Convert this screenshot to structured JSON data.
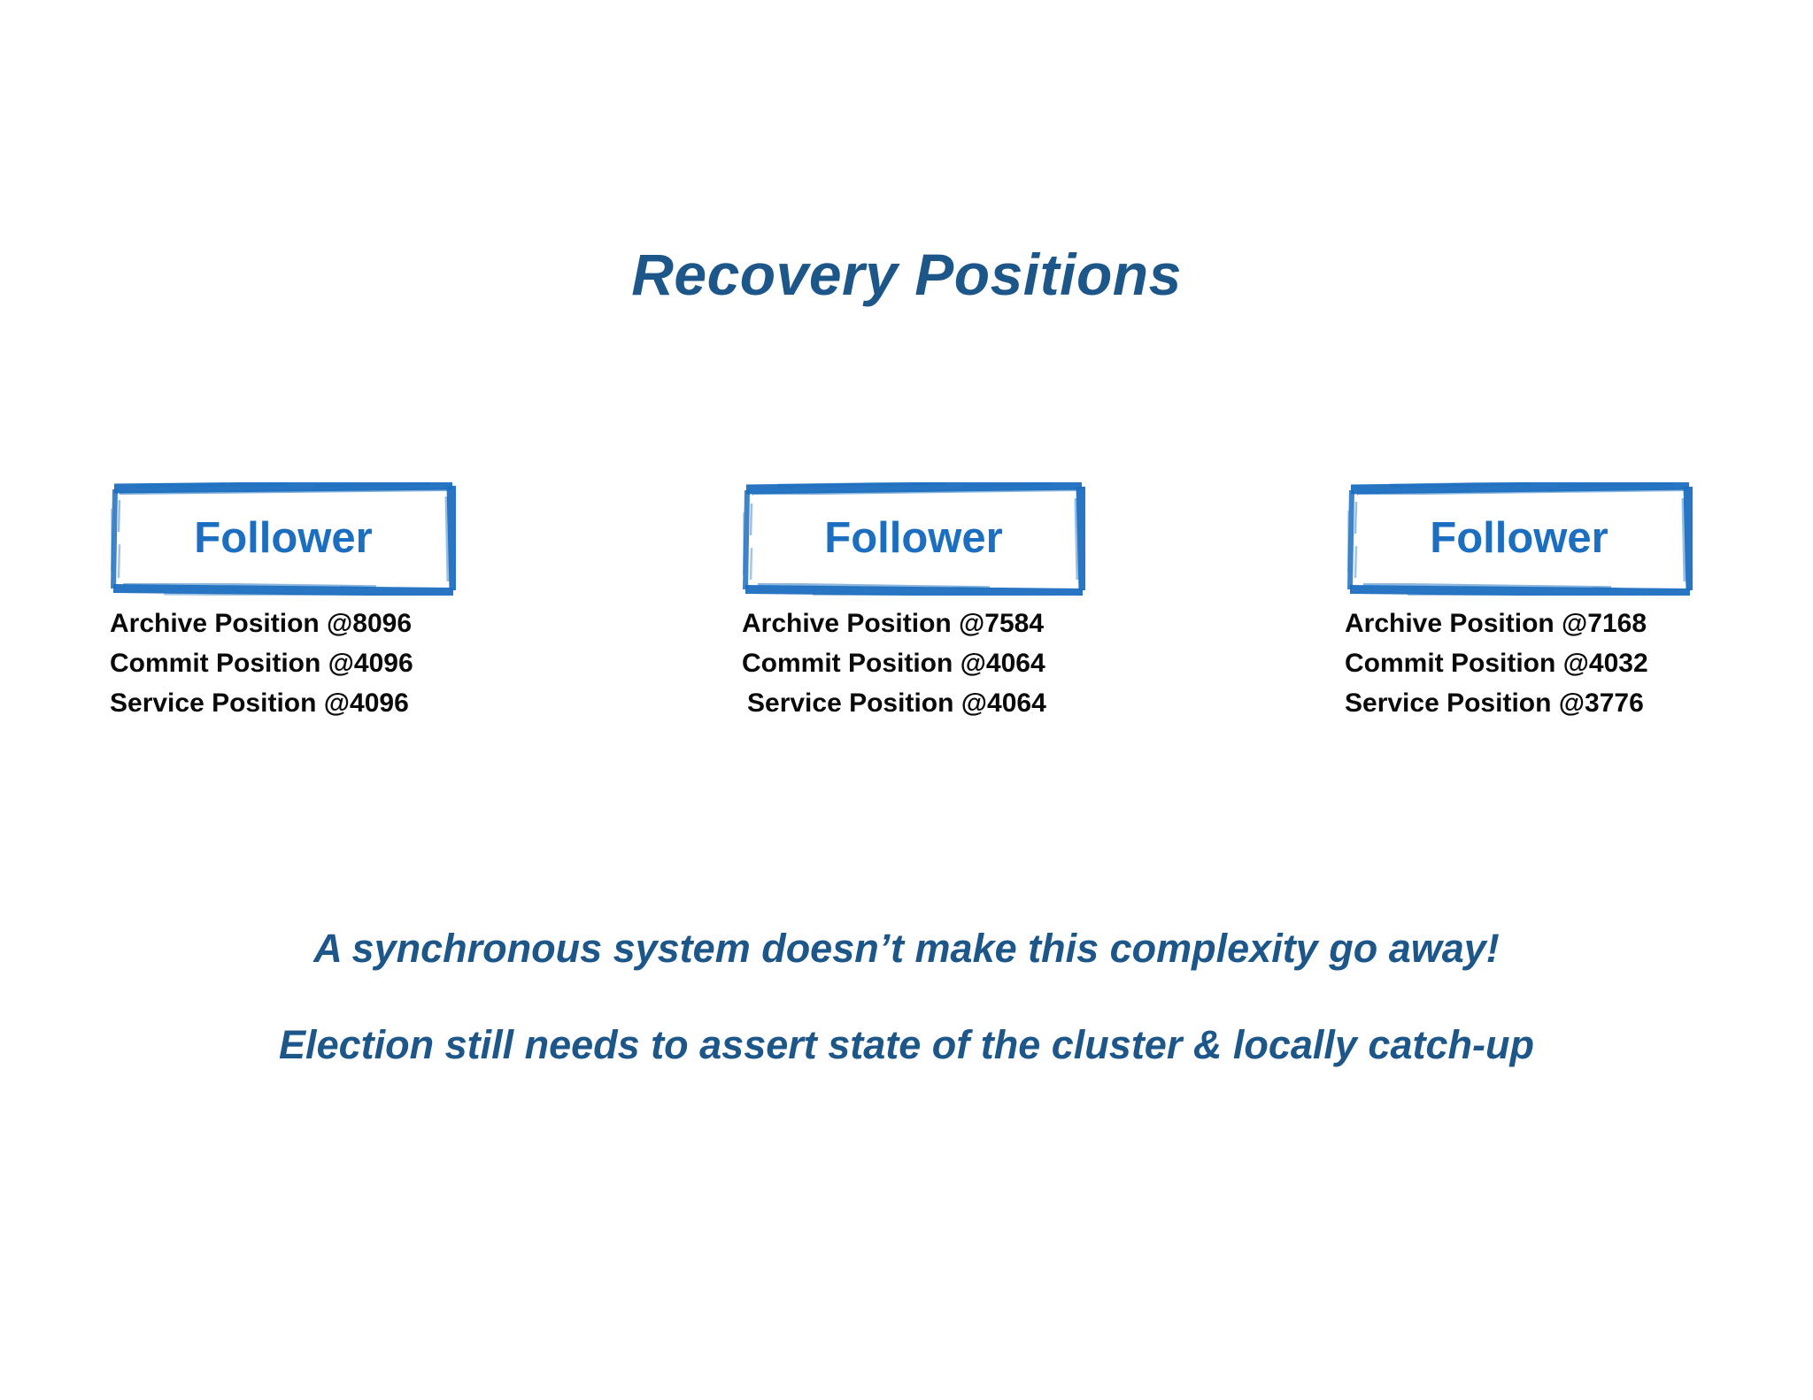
{
  "slide": {
    "title": "Recovery Positions",
    "background_color": "#ffffff",
    "title_color": "#1d5689",
    "stamp_color": "#1c6fc0",
    "text_color": "#0a0a0a"
  },
  "nodes": [
    {
      "role_label": "Follower",
      "positions": [
        "Archive Position @8096",
        "Commit Position @4096",
        "Service Position @4096"
      ]
    },
    {
      "role_label": "Follower",
      "positions": [
        "Archive Position @7584",
        "Commit Position @4064",
        "Service Position @4064"
      ]
    },
    {
      "role_label": "Follower",
      "positions": [
        "Archive Position @7168",
        "Commit Position @4032",
        "Service Position @3776"
      ]
    }
  ],
  "footer": {
    "line_1": "A synchronous system doesn’t make this complexity go away!",
    "line_2": "Election still needs to assert state of the cluster & locally catch-up"
  }
}
